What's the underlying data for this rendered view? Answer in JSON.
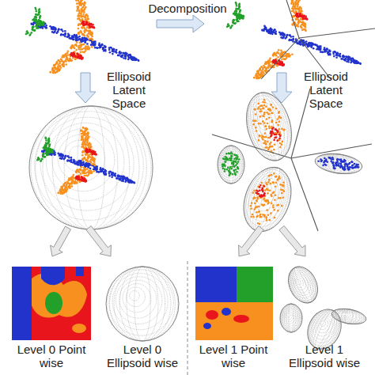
{
  "diagram": {
    "nodes": [
      {
        "text": [
          "Level 0 Point wise"
        ]
      },
      {
        "text": [
          "Level 0 Ellipsoid wise"
        ]
      },
      {
        "text": [
          "Level 1 Point wise"
        ]
      },
      {
        "text": [
          "Level 1 Ellipsoid wise"
        ]
      }
    ],
    "labels": [
      "Decomposition",
      "Ellipsoid Latent Space",
      "Ellipsoid Latent Space"
    ]
  }
}
